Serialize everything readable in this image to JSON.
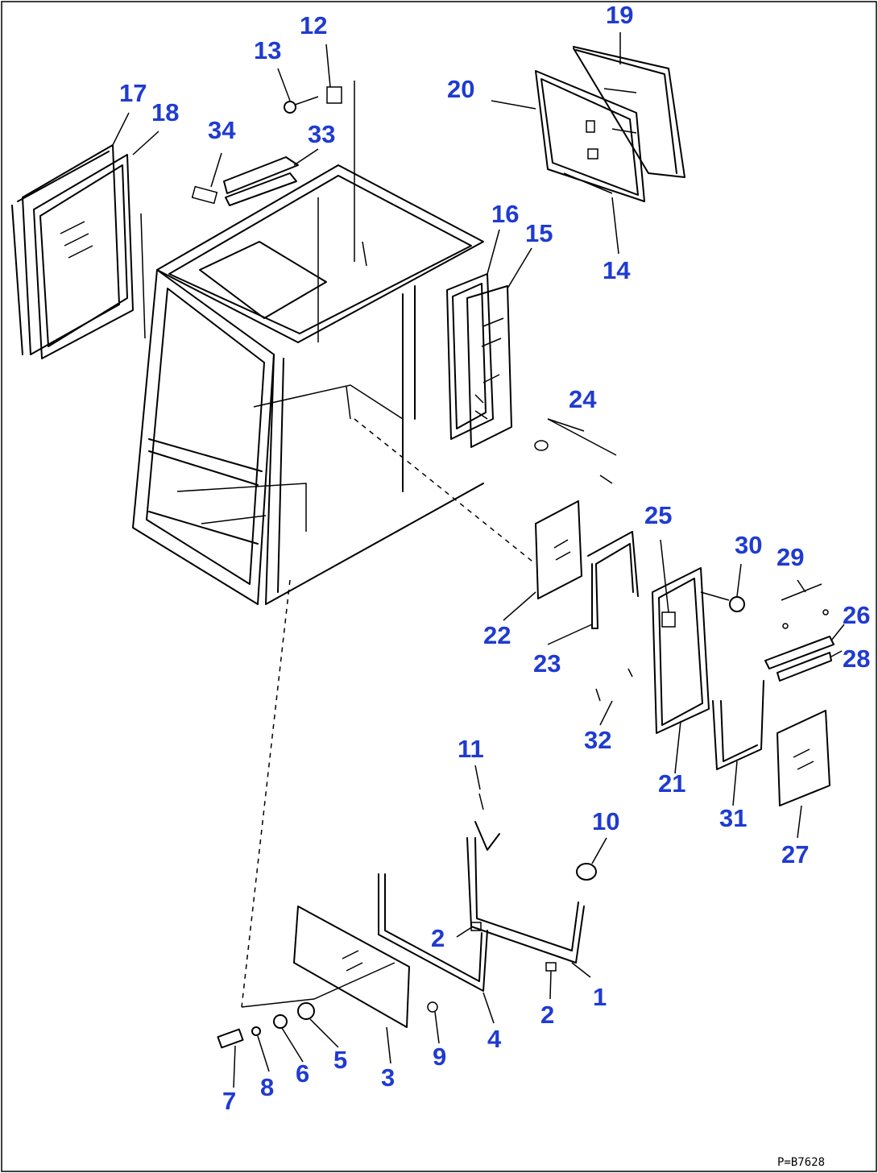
{
  "diagram": {
    "drawing_code": "P=B7628",
    "callout_color": "#1f3bd1",
    "callouts": [
      {
        "id": "1",
        "label": "1"
      },
      {
        "id": "2a",
        "label": "2"
      },
      {
        "id": "2b",
        "label": "2"
      },
      {
        "id": "3",
        "label": "3"
      },
      {
        "id": "4",
        "label": "4"
      },
      {
        "id": "5",
        "label": "5"
      },
      {
        "id": "6",
        "label": "6"
      },
      {
        "id": "7",
        "label": "7"
      },
      {
        "id": "8",
        "label": "8"
      },
      {
        "id": "9",
        "label": "9"
      },
      {
        "id": "10",
        "label": "10"
      },
      {
        "id": "11",
        "label": "11"
      },
      {
        "id": "12",
        "label": "12"
      },
      {
        "id": "13",
        "label": "13"
      },
      {
        "id": "14",
        "label": "14"
      },
      {
        "id": "15",
        "label": "15"
      },
      {
        "id": "16",
        "label": "16"
      },
      {
        "id": "17",
        "label": "17"
      },
      {
        "id": "18",
        "label": "18"
      },
      {
        "id": "19",
        "label": "19"
      },
      {
        "id": "20",
        "label": "20"
      },
      {
        "id": "21",
        "label": "21"
      },
      {
        "id": "22",
        "label": "22"
      },
      {
        "id": "23",
        "label": "23"
      },
      {
        "id": "24",
        "label": "24"
      },
      {
        "id": "25",
        "label": "25"
      },
      {
        "id": "26",
        "label": "26"
      },
      {
        "id": "27",
        "label": "27"
      },
      {
        "id": "28",
        "label": "28"
      },
      {
        "id": "29",
        "label": "29"
      },
      {
        "id": "30",
        "label": "30"
      },
      {
        "id": "31",
        "label": "31"
      },
      {
        "id": "32",
        "label": "32"
      },
      {
        "id": "33",
        "label": "33"
      },
      {
        "id": "34",
        "label": "34"
      }
    ]
  }
}
